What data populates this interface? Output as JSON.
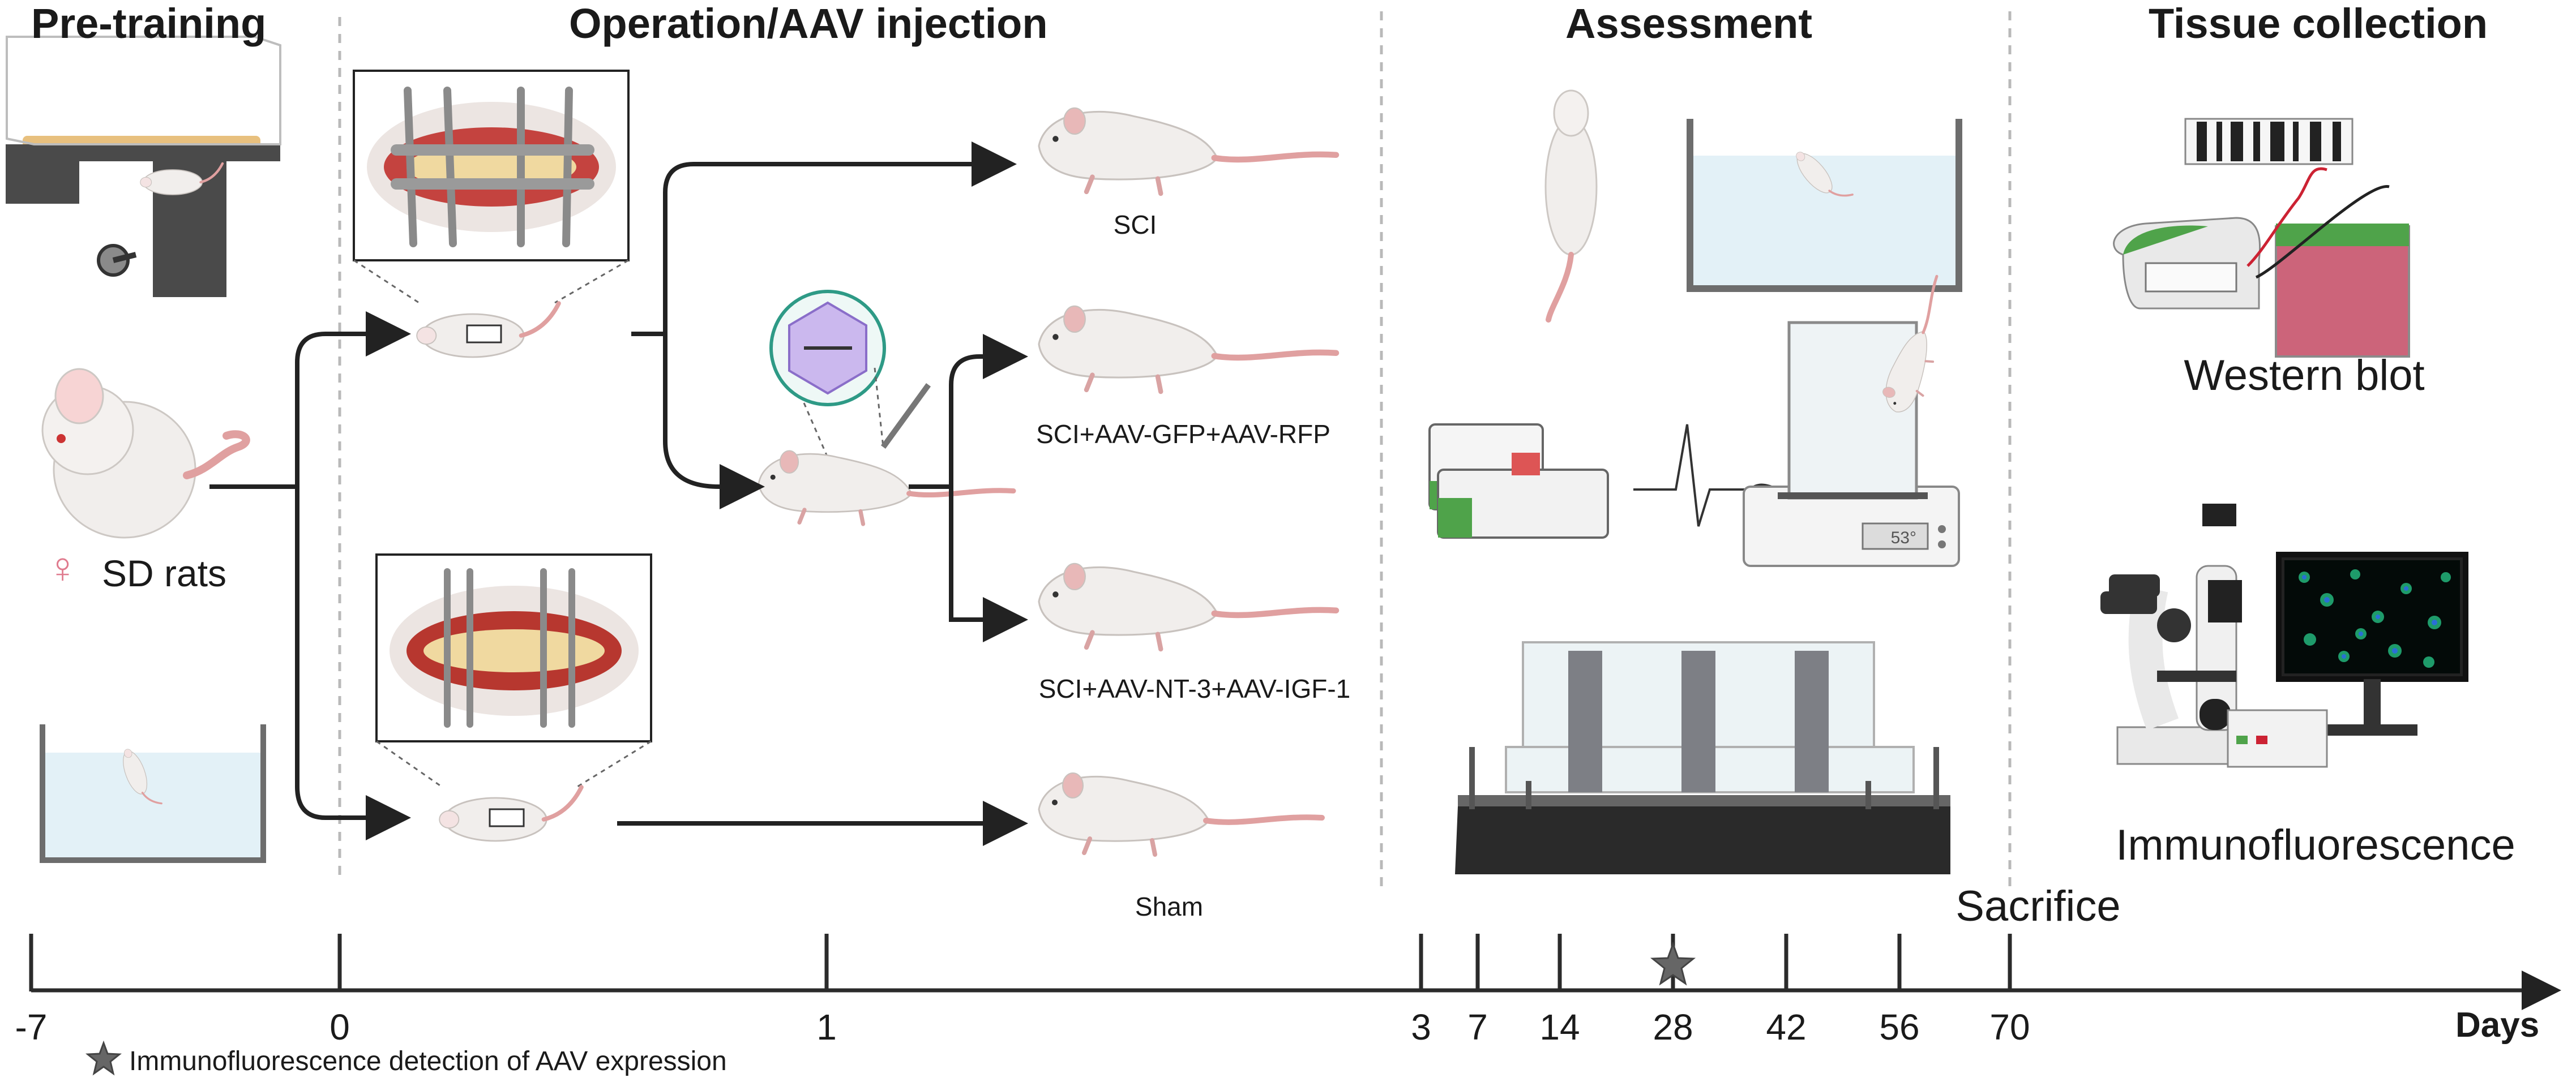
{
  "sections": {
    "pretraining": "Pre-training",
    "operation": "Operation/AAV injection",
    "assessment": "Assessment",
    "tissue": "Tissue collection"
  },
  "subjects": {
    "symbol": "♀",
    "label": "SD rats"
  },
  "groups": {
    "sci": "SCI",
    "gfp": "SCI+AAV-GFP+AAV-RFP",
    "nt3": "SCI+AAV-NT-3+AAV-IGF-1",
    "sham": "Sham"
  },
  "assays": {
    "western": "Western blot",
    "if": "Immunofluorescence",
    "display_temp": "53°"
  },
  "timeline": {
    "ticks": [
      "-7",
      "0",
      "1",
      "3",
      "7",
      "14",
      "28",
      "42",
      "56",
      "70"
    ],
    "unit": "Days",
    "sacrifice": "Sacrifice",
    "legend": "Immunofluorescence detection of AAV expression"
  },
  "colors": {
    "axis": "#2b2b2b",
    "rat_body": "#f1eeec",
    "rat_tail": "#e0a0a0",
    "water": "#e3f1f7",
    "green_accent": "#4fa34a",
    "gel_red": "#c44a63",
    "star": "#666666",
    "divider": "#b9b9b9"
  }
}
